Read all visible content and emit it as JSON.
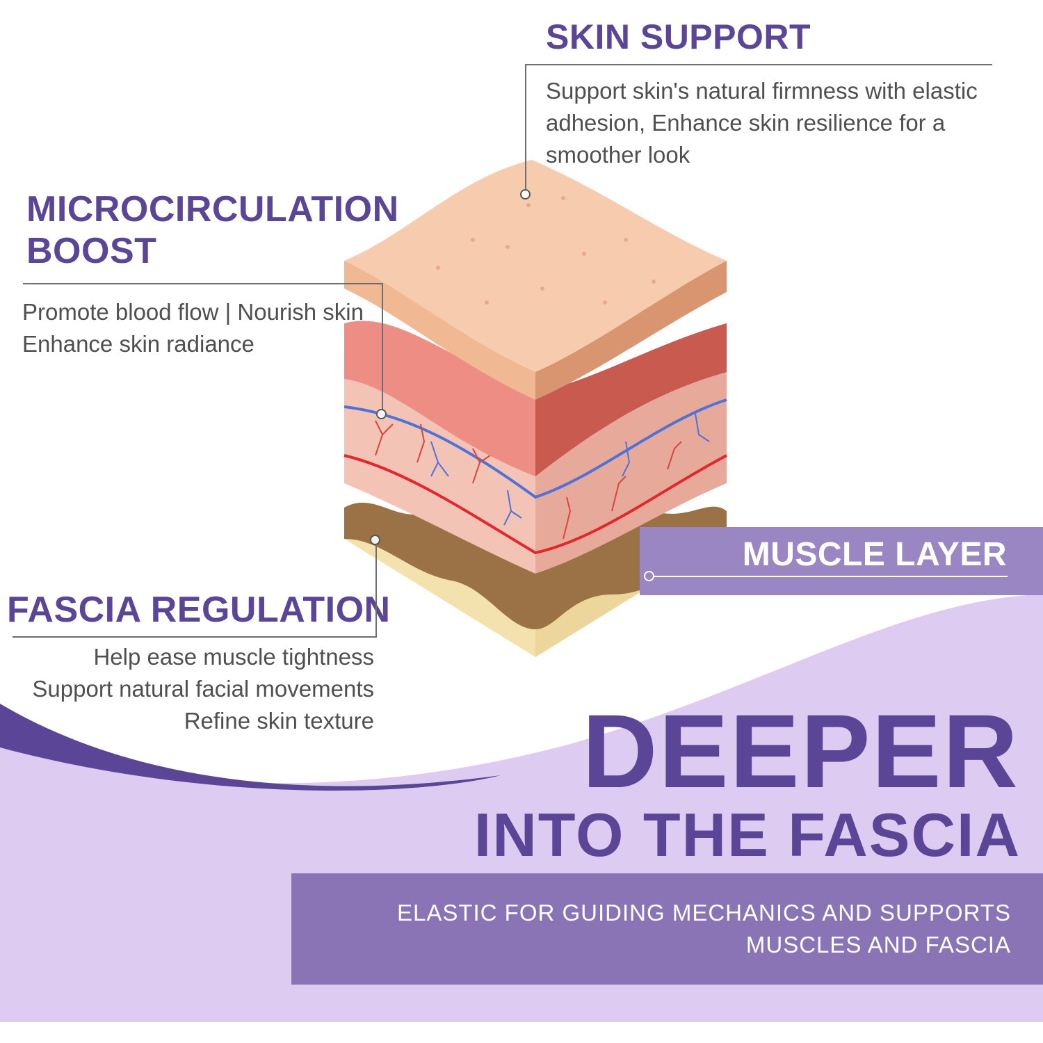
{
  "skin_support": {
    "title": "SKIN SUPPORT",
    "text": [
      "Support skin's natural firmness with elastic",
      "adhesion, Enhance skin resilience for a",
      "smoother look"
    ]
  },
  "microcirculation": {
    "title_line1": "MICROCIRCULATION",
    "title_line2": "BOOST",
    "text": [
      "Promote blood flow | Nourish skin",
      "Enhance skin radiance"
    ]
  },
  "fascia_regulation": {
    "title": "FASCIA REGULATION",
    "text": [
      "Help ease muscle tightness",
      "Support natural facial movements",
      "Refine skin texture"
    ]
  },
  "muscle_layer": {
    "label": "MUSCLE LAYER"
  },
  "headline": {
    "line1": "DEEPER",
    "line2": "INTO THE FASCIA"
  },
  "banner": {
    "line1": "ELASTIC FOR GUIDING MECHANICS AND SUPPORTS",
    "line2": "MUSCLES AND FASCIA"
  },
  "colors": {
    "brand_purple": "#5b4597",
    "banner_purple": "#8b74b6",
    "lavender": "#decbf1",
    "text_gray": "#4f4f4f"
  }
}
